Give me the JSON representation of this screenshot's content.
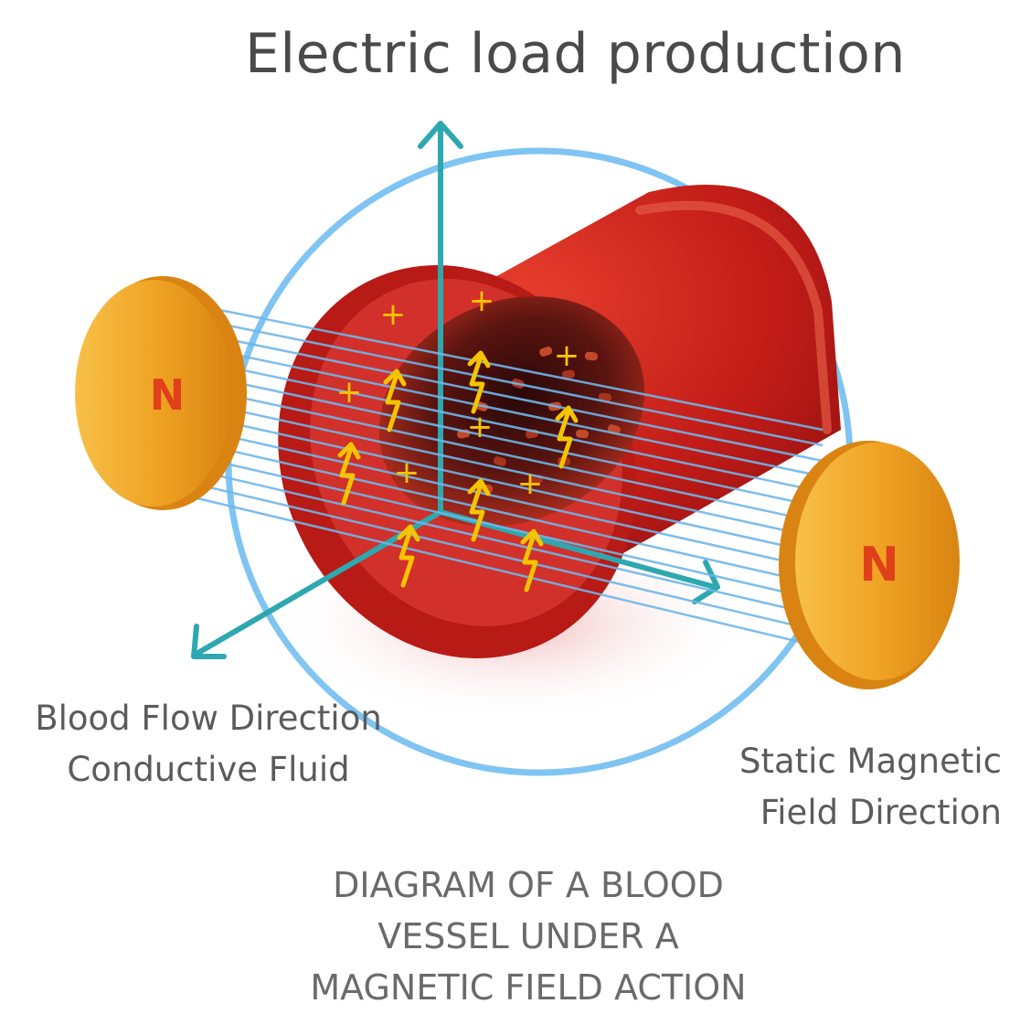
{
  "title": "Electric load production",
  "axis_labels": {
    "flow_line1": "Blood Flow Direction",
    "flow_line2": "Conductive Fluid",
    "field_line1": "Static Magnetic",
    "field_line2": "Field Direction"
  },
  "magnets": {
    "left_pole": "N",
    "right_pole": "N"
  },
  "charge_symbol": "+",
  "caption": {
    "line1": "DIAGRAM OF A BLOOD",
    "line2": "VESSEL UNDER A",
    "line3": "MAGNETIC FIELD ACTION"
  },
  "colors": {
    "vessel": "#c8201c",
    "magnet": "#f0a424",
    "field_lines": "#6fb6ea",
    "axes": "#2ea8b0",
    "charges": "#f5c400",
    "circle": "#7fc4f2"
  }
}
